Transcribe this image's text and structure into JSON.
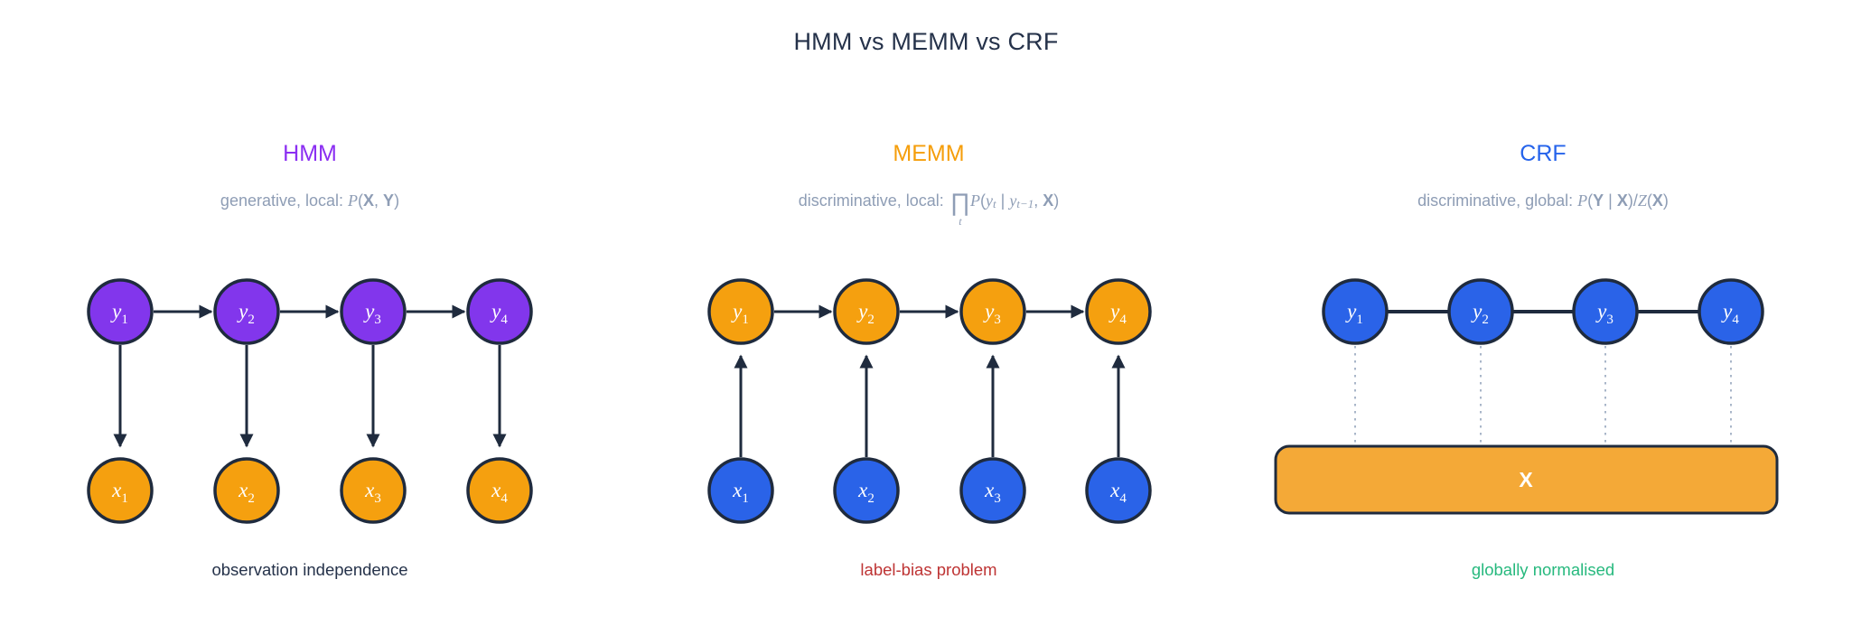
{
  "title": "HMM vs MEMM vs CRF",
  "colors": {
    "hmm_accent": "#8b2ff2",
    "memm_accent": "#f59e0b",
    "crf_accent": "#2563eb",
    "purple_node": "#8236ec",
    "orange_node": "#f5a00f",
    "blue_node": "#2a63e8",
    "x_box_fill": "#f4a937",
    "edge_dark": "#1f2b3e",
    "muted_text": "#8e9db5",
    "caption_red": "#be3434",
    "caption_green": "#27b97e",
    "main_text": "#25324a"
  },
  "hmm": {
    "header": "HMM",
    "subtitle": {
      "prefix": "generative, local: ",
      "p": "P",
      "open": "(",
      "x": "X",
      "comma": ", ",
      "y": "Y",
      "close": ")"
    },
    "y_nodes": [
      {
        "base": "y",
        "sub": "1"
      },
      {
        "base": "y",
        "sub": "2"
      },
      {
        "base": "y",
        "sub": "3"
      },
      {
        "base": "y",
        "sub": "4"
      }
    ],
    "x_nodes": [
      {
        "base": "x",
        "sub": "1"
      },
      {
        "base": "x",
        "sub": "2"
      },
      {
        "base": "x",
        "sub": "3"
      },
      {
        "base": "x",
        "sub": "4"
      }
    ],
    "caption": "observation independence"
  },
  "memm": {
    "header": "MEMM",
    "subtitle": {
      "prefix": "discriminative, local: ",
      "prod": "∏",
      "prod_sub": "t",
      "p": "P",
      "open": "(",
      "yt_base": "y",
      "yt_sub": "t",
      "bar": " | ",
      "yt1_base": "y",
      "yt1_sub": "t−1",
      "comma": ", ",
      "x": "X",
      "close": ")"
    },
    "y_nodes": [
      {
        "base": "y",
        "sub": "1"
      },
      {
        "base": "y",
        "sub": "2"
      },
      {
        "base": "y",
        "sub": "3"
      },
      {
        "base": "y",
        "sub": "4"
      }
    ],
    "x_nodes": [
      {
        "base": "x",
        "sub": "1"
      },
      {
        "base": "x",
        "sub": "2"
      },
      {
        "base": "x",
        "sub": "3"
      },
      {
        "base": "x",
        "sub": "4"
      }
    ],
    "caption": "label-bias problem"
  },
  "crf": {
    "header": "CRF",
    "subtitle": {
      "prefix": "discriminative, global: ",
      "p": "P",
      "open1": "(",
      "y": "Y",
      "bar": " | ",
      "x1": "X",
      "close1": ")",
      "slash": "/",
      "z": "Z",
      "open2": "(",
      "x2": "X",
      "close2": ")"
    },
    "y_nodes": [
      {
        "base": "y",
        "sub": "1"
      },
      {
        "base": "y",
        "sub": "2"
      },
      {
        "base": "y",
        "sub": "3"
      },
      {
        "base": "y",
        "sub": "4"
      }
    ],
    "box_label": "X",
    "caption": "globally normalised"
  }
}
